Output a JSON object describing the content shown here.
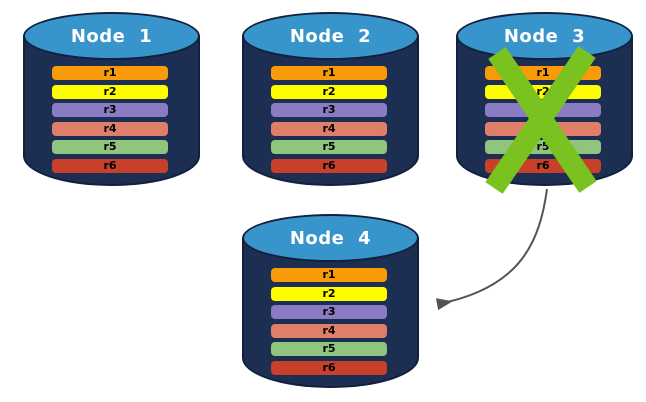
{
  "nodes": [
    {
      "label": "Node 1",
      "failed": false
    },
    {
      "label": "Node 2",
      "failed": false
    },
    {
      "label": "Node 3",
      "failed": true
    },
    {
      "label": "Node 4",
      "failed": false
    }
  ],
  "replica_rows": [
    {
      "label": "r1",
      "color": "#F99A08"
    },
    {
      "label": "r2",
      "color": "#FDFD00"
    },
    {
      "label": "r3",
      "color": "#8A7CC2"
    },
    {
      "label": "r4",
      "color": "#DF7E6B"
    },
    {
      "label": "r5",
      "color": "#8FC57D"
    },
    {
      "label": "r6",
      "color": "#C8402A"
    }
  ],
  "icons": {
    "failure_x": "x-mark-over-node-3",
    "failover_arrow": "curved-arrow-node-3-to-node-4"
  },
  "colors": {
    "cyl_body": "#1C2E52",
    "cyl_top": "#3795CC",
    "outline": "#121F3D",
    "failure_x": "#79C220",
    "arrow": "#545454",
    "title_text": "#FFFFFF",
    "row_text": "#000000"
  }
}
